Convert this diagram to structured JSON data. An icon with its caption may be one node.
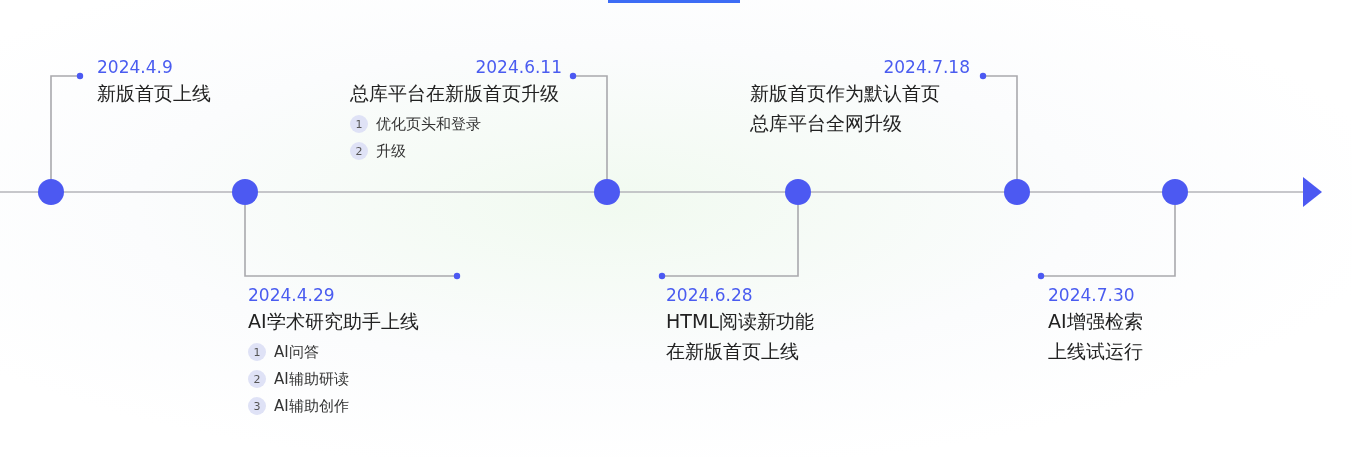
{
  "diagram": {
    "nodes": [
      {
        "text": [
          "2024.4.9",
          "新版首页上线"
        ]
      },
      {
        "text": [
          "2024.4.29",
          "AI学术研究助手上线",
          "AI问答",
          "AI辅助研读",
          "AI辅助创作"
        ]
      },
      {
        "text": [
          "2024.6.11",
          "总库平台在新版首页升级",
          "优化页头和登录",
          "升级"
        ]
      },
      {
        "text": [
          "2024.6.28",
          "HTML阅读新功能",
          "在新版首页上线"
        ]
      },
      {
        "text": [
          "2024.7.18",
          "新版首页作为默认首页",
          "总库平台全网升级"
        ]
      },
      {
        "text": [
          "2024.7.30",
          "AI增强检索",
          "上线试运行"
        ]
      },
      {
        "text": [],
        "shape": "circle"
      },
      {
        "text": [],
        "shape": "circle"
      },
      {
        "text": [],
        "shape": "circle"
      },
      {
        "text": [],
        "shape": "circle"
      },
      {
        "text": [],
        "shape": "circle"
      },
      {
        "text": [],
        "shape": "circle"
      }
    ],
    "edges": [
      {
        "from": 0,
        "to": 6,
        "arrow": "other"
      },
      {
        "from": 1,
        "to": 7,
        "arrow": "other"
      },
      {
        "from": 2,
        "to": 8,
        "arrow": "other"
      },
      {
        "from": 3,
        "to": 9,
        "arrow": "other"
      },
      {
        "from": 4,
        "to": 10,
        "arrow": "other"
      },
      {
        "from": 5,
        "to": 11,
        "arrow": "other"
      }
    ],
    "labels": [
      "1",
      "2",
      "1",
      "2",
      "3"
    ]
  }
}
